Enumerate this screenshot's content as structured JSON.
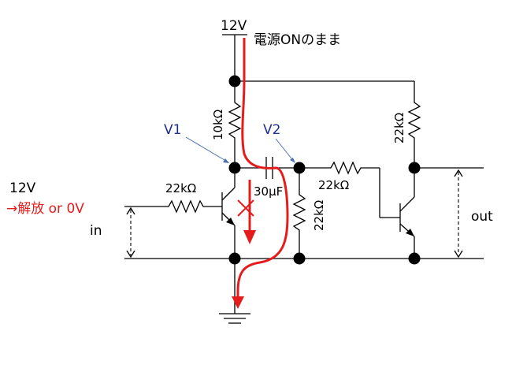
{
  "labels": {
    "vcc": "12V",
    "power_note": "電源ONのまま",
    "in_voltage": "12V",
    "in_state_prefix": "→解放 or 0V",
    "in": "in",
    "out": "out",
    "v1": "V1",
    "v2": "V2",
    "r1": "10kΩ",
    "r2": "22kΩ",
    "r3": "22kΩ",
    "r4": "22kΩ",
    "r5": "22kΩ",
    "c1": "30μF"
  },
  "colors": {
    "wire": "#000000",
    "node": "#000000",
    "current_path": "#e51c1c",
    "probe_label": "#1f2f8f",
    "probe_line": "#4a6fb5",
    "cross_mark": "#e51c1c"
  },
  "icons": {
    "ground": "ground-symbol-icon",
    "cross": "x-mark-icon",
    "arrow": "arrow-down-icon"
  }
}
